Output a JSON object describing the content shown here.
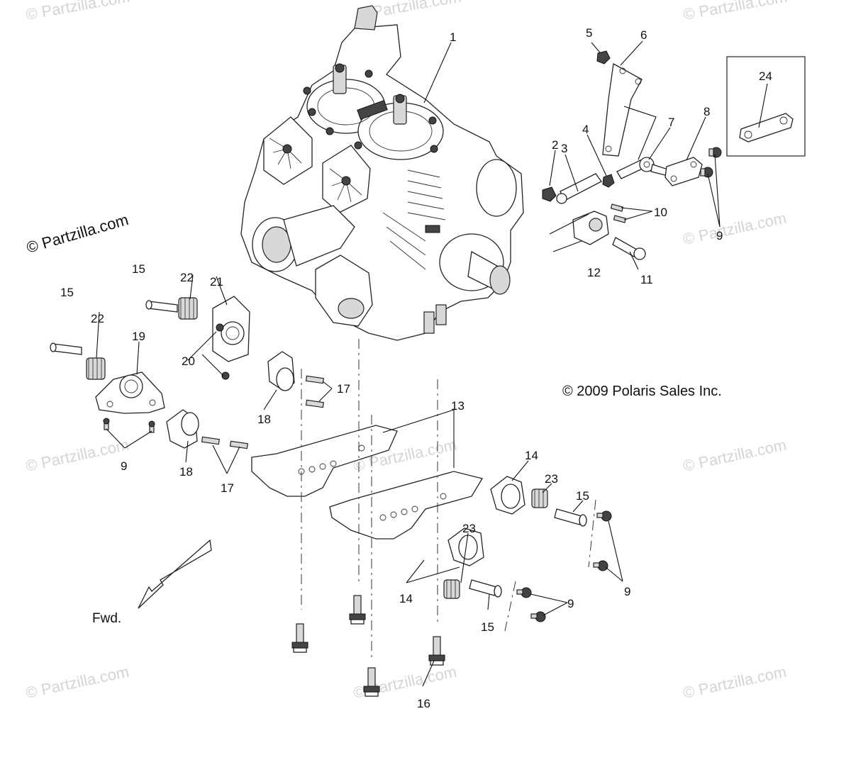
{
  "watermark": {
    "text": "© Partzilla.com",
    "main_text": "© Partzilla.com"
  },
  "copyright": "© 2009 Polaris Sales Inc.",
  "forward_label": "Fwd.",
  "callouts": {
    "c1": "1",
    "c2": "2",
    "c3": "3",
    "c4": "4",
    "c5": "5",
    "c6": "6",
    "c7": "7",
    "c8": "8",
    "c9a": "9",
    "c9b": "9",
    "c9c": "9",
    "c9d": "9",
    "c10": "10",
    "c11": "11",
    "c12": "12",
    "c13": "13",
    "c14a": "14",
    "c14b": "14",
    "c15a": "15",
    "c15b": "15",
    "c15c": "15",
    "c15d": "15",
    "c16": "16",
    "c17a": "17",
    "c17b": "17",
    "c18a": "18",
    "c18b": "18",
    "c19": "19",
    "c20": "20",
    "c21": "21",
    "c22a": "22",
    "c22b": "22",
    "c23a": "23",
    "c23b": "23",
    "c24": "24"
  },
  "colors": {
    "line": "#222222",
    "watermark": "#d4d4d4",
    "background": "#ffffff"
  }
}
